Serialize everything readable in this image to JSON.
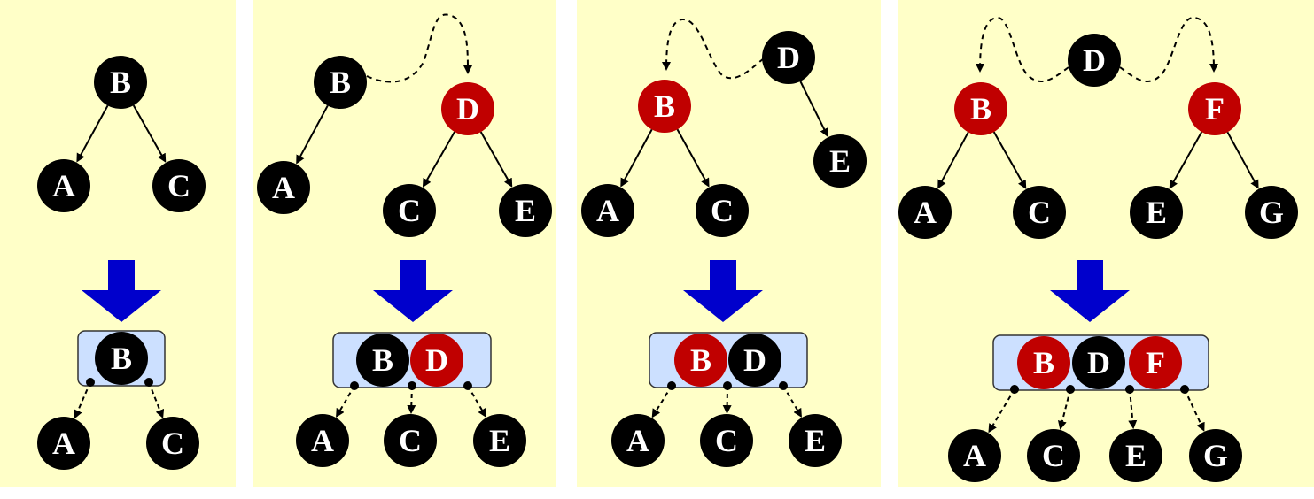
{
  "colors": {
    "panel_bg": "#FFFFC8",
    "black_node": "#000000",
    "red_node": "#C00000",
    "node_text": "#FFFFFF",
    "arrow": "#0000CC",
    "supernode_fill": "#CCE0FF",
    "supernode_stroke": "#333333"
  },
  "panels": [
    {
      "tree_nodes": [
        {
          "label": "B",
          "color": "black"
        },
        {
          "label": "A",
          "color": "black"
        },
        {
          "label": "C",
          "color": "black"
        }
      ],
      "super_node": [
        {
          "label": "B",
          "color": "black"
        }
      ],
      "children": [
        "A",
        "C"
      ]
    },
    {
      "tree_nodes": [
        {
          "label": "B",
          "color": "black"
        },
        {
          "label": "A",
          "color": "black"
        },
        {
          "label": "D",
          "color": "red"
        },
        {
          "label": "C",
          "color": "black"
        },
        {
          "label": "E",
          "color": "black"
        }
      ],
      "super_node": [
        {
          "label": "B",
          "color": "black"
        },
        {
          "label": "D",
          "color": "red"
        }
      ],
      "children": [
        "A",
        "C",
        "E"
      ]
    },
    {
      "tree_nodes": [
        {
          "label": "D",
          "color": "black"
        },
        {
          "label": "B",
          "color": "red"
        },
        {
          "label": "E",
          "color": "black"
        },
        {
          "label": "A",
          "color": "black"
        },
        {
          "label": "C",
          "color": "black"
        }
      ],
      "super_node": [
        {
          "label": "B",
          "color": "red"
        },
        {
          "label": "D",
          "color": "black"
        }
      ],
      "children": [
        "A",
        "C",
        "E"
      ]
    },
    {
      "tree_nodes": [
        {
          "label": "D",
          "color": "black"
        },
        {
          "label": "B",
          "color": "red"
        },
        {
          "label": "F",
          "color": "red"
        },
        {
          "label": "A",
          "color": "black"
        },
        {
          "label": "C",
          "color": "black"
        },
        {
          "label": "E",
          "color": "black"
        },
        {
          "label": "G",
          "color": "black"
        }
      ],
      "super_node": [
        {
          "label": "B",
          "color": "red"
        },
        {
          "label": "D",
          "color": "black"
        },
        {
          "label": "F",
          "color": "red"
        }
      ],
      "children": [
        "A",
        "C",
        "E",
        "G"
      ]
    }
  ]
}
